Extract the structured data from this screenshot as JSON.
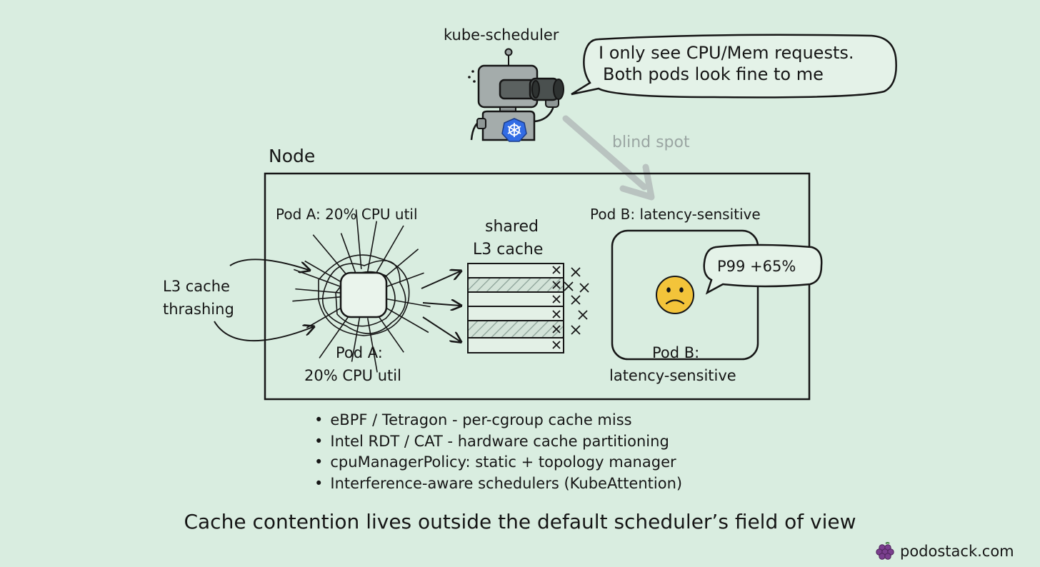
{
  "scheduler": {
    "label": "kube-scheduler",
    "speech": [
      "I only see CPU/Mem requests.",
      "Both pods look fine to me"
    ],
    "blind_spot_label": "blind spot"
  },
  "node": {
    "label": "Node",
    "pod_a_top_label": "Pod A: 20% CPU util",
    "pod_a_bottom_label": [
      "Pod A:",
      "20% CPU util"
    ],
    "thrashing_label": [
      "L3 cache",
      "thrashing"
    ],
    "cache_label": [
      "shared",
      "L3 cache"
    ],
    "pod_b_top_label": "Pod B: latency-sensitive",
    "pod_b_bottom_label": [
      "Pod B:",
      "latency-sensitive"
    ],
    "pod_b_bubble": "P99 +65%"
  },
  "mitigations": [
    "eBPF / Tetragon - per-cgroup cache miss",
    "Intel RDT / CAT - hardware cache partitioning",
    "cpuManagerPolicy: static + topology manager",
    "Interference-aware schedulers (KubeAttention)"
  ],
  "footer": {
    "title": "Cache contention lives outside the default scheduler’s field of view",
    "brand": "podostack.com"
  },
  "colors": {
    "background": "#d9ede0",
    "ink": "#161616",
    "blind_spot_arrow": "#b9c3c0",
    "face": "#f3c43a",
    "k8s_blue": "#326ce5",
    "robot_body": "#9fa7a6",
    "grape": "#7a3f8e"
  },
  "icons": [
    "robot-icon",
    "binoculars-icon",
    "kubernetes-icon",
    "sad-face-icon",
    "grape-icon"
  ]
}
